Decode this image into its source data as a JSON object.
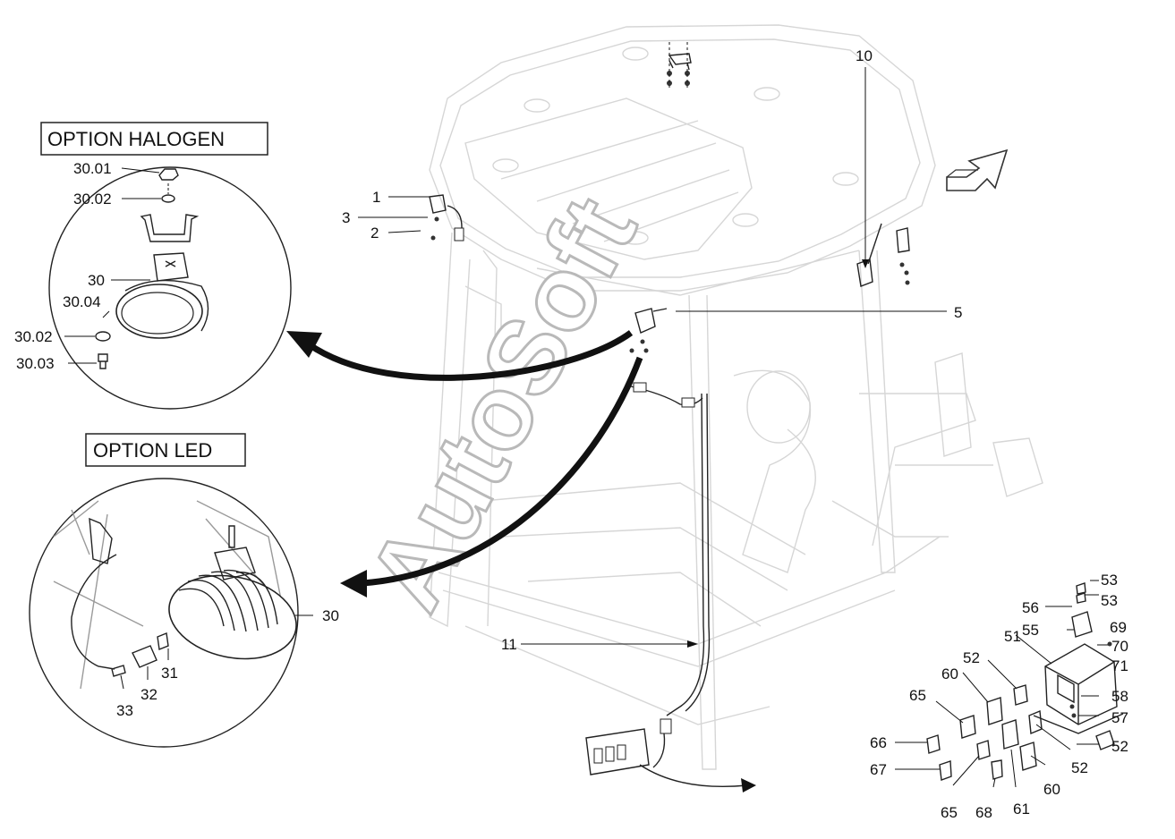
{
  "title_halogen": "OPTION HALOGEN",
  "title_led": "OPTION LED",
  "watermark": "AutoSoft",
  "labels": {
    "l_1": "1",
    "l_2": "2",
    "l_3": "3",
    "l_5": "5",
    "l_10": "10",
    "l_11": "11",
    "l_30_01": "30.01",
    "l_30_02a": "30.02",
    "l_30": "30",
    "l_30_04": "30.04",
    "l_30_02b": "30.02",
    "l_30_03": "30.03",
    "l_30_led": "30",
    "l_31": "31",
    "l_32": "32",
    "l_33": "33",
    "l_53a": "53",
    "l_53b": "53",
    "l_56": "56",
    "l_55": "55",
    "l_51": "51",
    "l_69": "69",
    "l_70": "70",
    "l_71": "71",
    "l_52a": "52",
    "l_60a": "60",
    "l_65a": "65",
    "l_58": "58",
    "l_57": "57",
    "l_52b": "52",
    "l_66": "66",
    "l_52c": "52",
    "l_67": "67",
    "l_60b": "60",
    "l_65b": "65",
    "l_68": "68",
    "l_61": "61"
  }
}
